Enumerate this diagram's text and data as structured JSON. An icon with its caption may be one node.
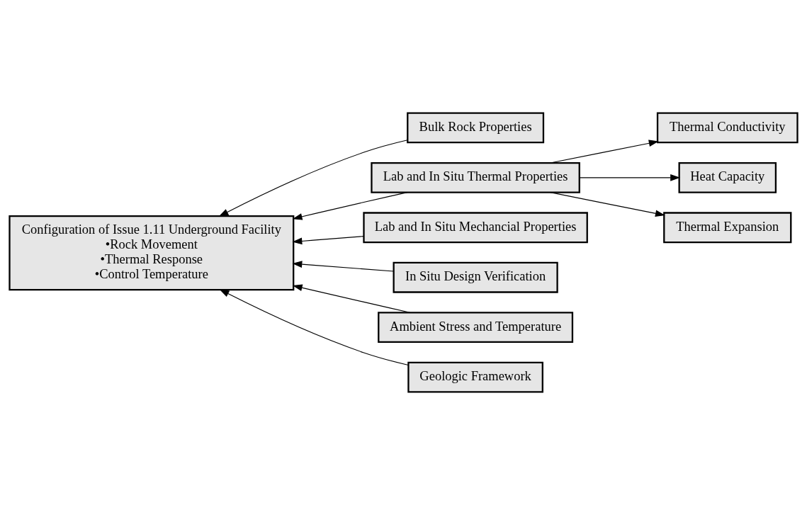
{
  "diagram": {
    "nodes": [
      {
        "text": [
          "Configuration of Issue 1.11 Underground Facility",
          "•Rock Movement",
          "•Thermal Response",
          "•Control Temperature"
        ]
      },
      {
        "text": [
          "Bulk Rock Properties"
        ]
      },
      {
        "text": [
          "Lab and In Situ Thermal Properties"
        ]
      },
      {
        "text": [
          "Lab and In Situ Mechancial Properties"
        ]
      },
      {
        "text": [
          "In Situ Design Verification"
        ]
      },
      {
        "text": [
          "Ambient Stress and Temperature"
        ]
      },
      {
        "text": [
          "Geologic Framework"
        ]
      },
      {
        "text": [
          "Thermal Conductivity"
        ]
      },
      {
        "text": [
          "Heat Capacity"
        ]
      },
      {
        "text": [
          "Thermal Expansion"
        ]
      }
    ],
    "edges": [
      {
        "from": 1,
        "to": 0,
        "arrow": "to"
      },
      {
        "from": 2,
        "to": 0,
        "arrow": "to"
      },
      {
        "from": 3,
        "to": 0,
        "arrow": "to"
      },
      {
        "from": 4,
        "to": 0,
        "arrow": "to"
      },
      {
        "from": 5,
        "to": 0,
        "arrow": "to"
      },
      {
        "from": 6,
        "to": 0,
        "arrow": "to"
      },
      {
        "from": 2,
        "to": 7,
        "arrow": "to"
      },
      {
        "from": 2,
        "to": 8,
        "arrow": "to"
      },
      {
        "from": 2,
        "to": 9,
        "arrow": "to"
      }
    ]
  }
}
